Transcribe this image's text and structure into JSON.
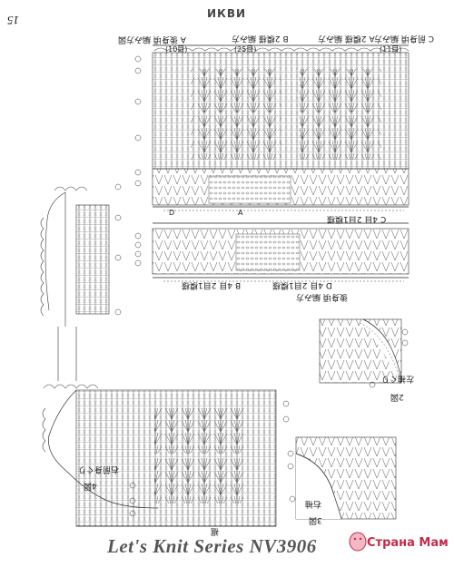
{
  "page": {
    "number": "15",
    "header_mark": "ИКВИ"
  },
  "labels": {
    "top_left_note": "A 後身頃 編み方図",
    "section_b": "B 2模様 編み方",
    "section_a": "A 2模様 編み方",
    "section_c": "C 前身頃 編み方",
    "right_count": "(11目)",
    "mid_count": "(25目)",
    "left_count": "(10目)",
    "bottom_a": "A",
    "bottom_d": "D",
    "bottom_c_label": "C 4目 2目1模様",
    "bottom_b_label": "B 4目 2目1模様",
    "bottom_d_label": "D 4目 2目1模様",
    "caption_main": "後身頃 編み方",
    "fig2": "2図",
    "fig2_sub": "左袖ぐり",
    "fig3": "3図",
    "fig3_sub": "右袖",
    "fig4": "4図",
    "fig4_sub": "右前身ぐり",
    "fig_bottom": "裾",
    "row_marks": [
      "①",
      "②",
      "③",
      "④",
      "⑤",
      "⑥",
      "⑦",
      "⑧",
      "⑨",
      "⑩",
      "⑪",
      "⑫"
    ]
  },
  "footer": {
    "series": "Let's Knit Series NV3906",
    "watermark": "Страна Мам"
  }
}
